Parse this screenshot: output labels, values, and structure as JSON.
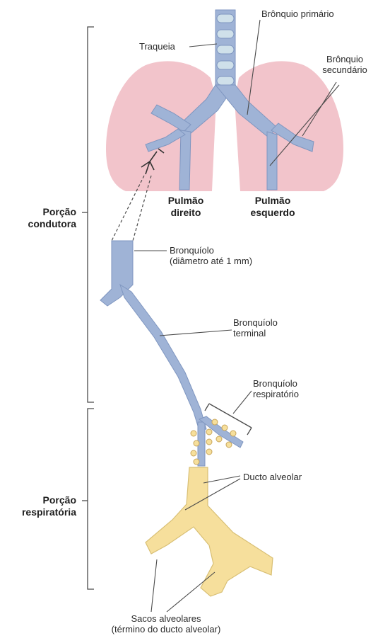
{
  "labels": {
    "traqueia": "Traqueia",
    "bronquio_primario": "Brônquio primário",
    "bronquio_secundario_1": "Brônquio",
    "bronquio_secundario_2": "secundário",
    "pulmao_direito_1": "Pulmão",
    "pulmao_direito_2": "direito",
    "pulmao_esquerdo_1": "Pulmão",
    "pulmao_esquerdo_2": "esquerdo",
    "porcao_condutora_1": "Porção",
    "porcao_condutora_2": "condutora",
    "bronquiolo_1": "Bronquíolo",
    "bronquiolo_2": "(diâmetro até 1 mm)",
    "bronquiolo_terminal_1": "Bronquíolo",
    "bronquiolo_terminal_2": "terminal",
    "bronquiolo_respiratorio_1": "Bronquíolo",
    "bronquiolo_respiratorio_2": "respiratório",
    "ducto_alveolar": "Ducto alveolar",
    "porcao_respiratoria_1": "Porção",
    "porcao_respiratoria_2": "respiratória",
    "sacos_alveolares_1": "Sacos alveolares",
    "sacos_alveolares_2": "(término do ducto alveolar)"
  },
  "colors": {
    "lung": "#f2c4cb",
    "airway": "#9fb3d6",
    "airway_dark": "#7f96c0",
    "cartilage": "#cfe0ea",
    "alveolar": "#f6df9c",
    "line": "#4a4a4a"
  }
}
